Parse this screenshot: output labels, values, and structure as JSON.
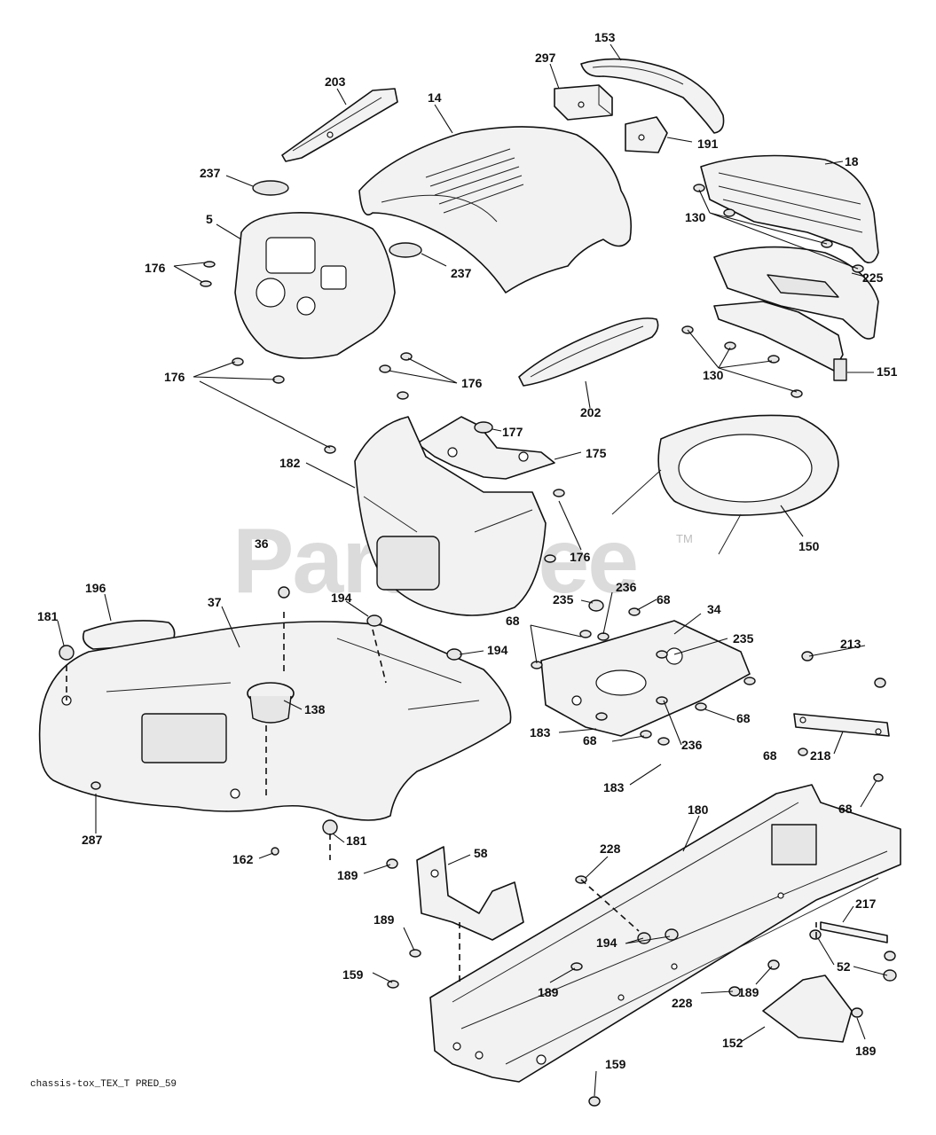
{
  "watermark": {
    "text": "PartsTree",
    "mark": "TM"
  },
  "drawing_code": "chassis-tox_TEX_T PRED_59",
  "labels": [
    {
      "id": "153",
      "text": "153"
    },
    {
      "id": "297",
      "text": "297"
    },
    {
      "id": "203",
      "text": "203"
    },
    {
      "id": "14",
      "text": "14"
    },
    {
      "id": "191",
      "text": "191"
    },
    {
      "id": "18",
      "text": "18"
    },
    {
      "id": "237a",
      "text": "237"
    },
    {
      "id": "130a",
      "text": "130"
    },
    {
      "id": "5",
      "text": "5"
    },
    {
      "id": "176a",
      "text": "176"
    },
    {
      "id": "237b",
      "text": "237"
    },
    {
      "id": "225",
      "text": "225"
    },
    {
      "id": "130b",
      "text": "130"
    },
    {
      "id": "151",
      "text": "151"
    },
    {
      "id": "176b",
      "text": "176"
    },
    {
      "id": "176c",
      "text": "176"
    },
    {
      "id": "202",
      "text": "202"
    },
    {
      "id": "177",
      "text": "177"
    },
    {
      "id": "175",
      "text": "175"
    },
    {
      "id": "182",
      "text": "182"
    },
    {
      "id": "150",
      "text": "150"
    },
    {
      "id": "176d",
      "text": "176"
    },
    {
      "id": "36",
      "text": "36"
    },
    {
      "id": "196",
      "text": "196"
    },
    {
      "id": "37",
      "text": "37"
    },
    {
      "id": "194a",
      "text": "194"
    },
    {
      "id": "181a",
      "text": "181"
    },
    {
      "id": "235a",
      "text": "235"
    },
    {
      "id": "236a",
      "text": "236"
    },
    {
      "id": "68a",
      "text": "68"
    },
    {
      "id": "34",
      "text": "34"
    },
    {
      "id": "68b",
      "text": "68"
    },
    {
      "id": "235b",
      "text": "235"
    },
    {
      "id": "194b",
      "text": "194"
    },
    {
      "id": "213",
      "text": "213"
    },
    {
      "id": "138",
      "text": "138"
    },
    {
      "id": "68c",
      "text": "68"
    },
    {
      "id": "183a",
      "text": "183"
    },
    {
      "id": "68d",
      "text": "68"
    },
    {
      "id": "236b",
      "text": "236"
    },
    {
      "id": "68e",
      "text": "68"
    },
    {
      "id": "218",
      "text": "218"
    },
    {
      "id": "183b",
      "text": "183"
    },
    {
      "id": "68f",
      "text": "68"
    },
    {
      "id": "287",
      "text": "287"
    },
    {
      "id": "180",
      "text": "180"
    },
    {
      "id": "181b",
      "text": "181"
    },
    {
      "id": "162",
      "text": "162"
    },
    {
      "id": "228a",
      "text": "228"
    },
    {
      "id": "58",
      "text": "58"
    },
    {
      "id": "189a",
      "text": "189"
    },
    {
      "id": "217",
      "text": "217"
    },
    {
      "id": "189b",
      "text": "189"
    },
    {
      "id": "194c",
      "text": "194"
    },
    {
      "id": "52",
      "text": "52"
    },
    {
      "id": "159a",
      "text": "159"
    },
    {
      "id": "189c",
      "text": "189"
    },
    {
      "id": "228b",
      "text": "228"
    },
    {
      "id": "189d",
      "text": "189"
    },
    {
      "id": "152",
      "text": "152"
    },
    {
      "id": "189e",
      "text": "189"
    },
    {
      "id": "159b",
      "text": "159"
    }
  ]
}
